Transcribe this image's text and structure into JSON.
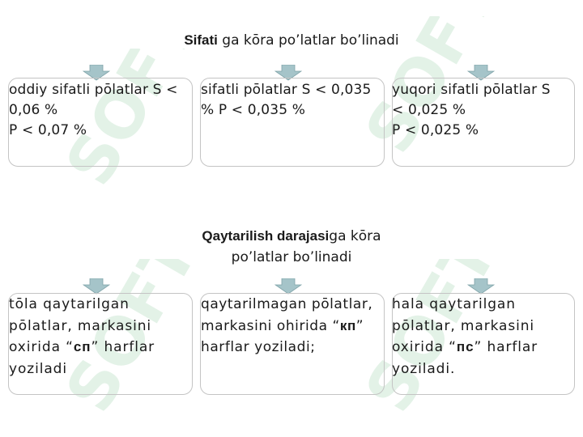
{
  "watermark": "SOFT",
  "section1": {
    "title_bold": "Sifati",
    "title_rest": " ga kōra po’latlar bo’linadi",
    "boxes": [
      {
        "text": "oddiy sifatli pōlatlar S <\n0,06 %\nP < 0,07 %"
      },
      {
        "text": "sifatli pōlatlar S < 0,035\n% P < 0,035 %"
      },
      {
        "text": "yuqori sifatli pōlatlar S\n< 0,025 %\nP < 0,025 %"
      }
    ]
  },
  "section2": {
    "title_bold": "Qaytarilish darajasi",
    "title_rest": "ga kōra",
    "title_line2": "po’latlar bo’linadi",
    "boxes": [
      {
        "before": "tōla qaytarilgan\npōlatlar, markasini\noxirida “",
        "code": "сп",
        "after": "” harflar\nyoziladi"
      },
      {
        "before": "qaytarilmagan pōlatlar,\nmarkasini ohirida “",
        "code": "кп",
        "after": "”\nharflar yoziladi;"
      },
      {
        "before": "hala qaytarilgan\npōlatlar, markasini\noxirida “",
        "code": "пс",
        "after": "” harflar\nyoziladi."
      }
    ]
  },
  "colors": {
    "arrow_fill": "#a5c4c9",
    "arrow_stroke": "#7fa3a8",
    "box_border": "#c4c4c4",
    "watermark": "#2e9e4f"
  }
}
